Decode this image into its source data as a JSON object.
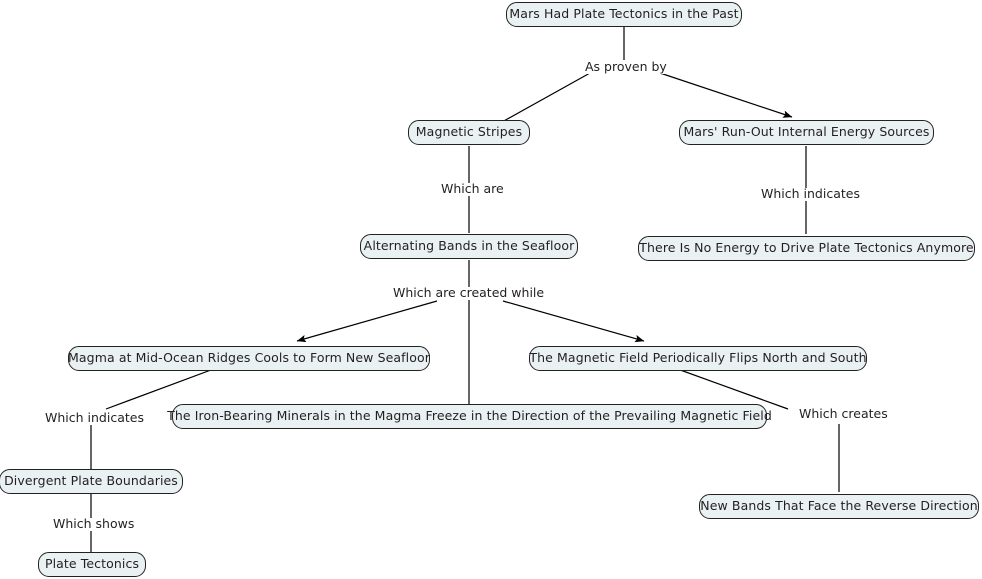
{
  "diagram": {
    "title": "Mars Had Plate Tectonics in the Past",
    "type": "concept-map",
    "background_color": "#ffffff",
    "node_fill_color": "#eaf1f3",
    "node_border_color": "#222222",
    "text_color": "#231f20",
    "nodes": [
      {
        "id": "n1",
        "label": "Mars Had Plate Tectonics in the Past"
      },
      {
        "id": "n2",
        "label": "Magnetic Stripes"
      },
      {
        "id": "n3",
        "label": "Mars' Run-Out Internal Energy Sources"
      },
      {
        "id": "n4",
        "label": "Alternating Bands in the Seafloor"
      },
      {
        "id": "n5",
        "label": "There Is No Energy to Drive Plate Tectonics Anymore"
      },
      {
        "id": "n6",
        "label": "Magma at Mid-Ocean Ridges Cools to Form New Seafloor"
      },
      {
        "id": "n7",
        "label": "The Magnetic Field Periodically Flips North and South"
      },
      {
        "id": "n8",
        "label": "The Iron-Bearing Minerals in the Magma Freeze in the Direction of the Prevailing Magnetic Field"
      },
      {
        "id": "n9",
        "label": "Divergent Plate Boundaries"
      },
      {
        "id": "n10",
        "label": "New Bands That Face the Reverse Direction"
      },
      {
        "id": "n11",
        "label": "Plate Tectonics"
      }
    ],
    "edges": [
      {
        "id": "e1",
        "from": "n1",
        "to": "n2",
        "label": "As proven by"
      },
      {
        "id": "e2",
        "from": "n1",
        "to": "n3",
        "label": "As proven by"
      },
      {
        "id": "e3",
        "from": "n2",
        "to": "n4",
        "label": "Which are"
      },
      {
        "id": "e4",
        "from": "n3",
        "to": "n5",
        "label": "Which indicates"
      },
      {
        "id": "e5",
        "from": "n4",
        "to": "n6",
        "label": "Which are created while"
      },
      {
        "id": "e6",
        "from": "n4",
        "to": "n8",
        "label": "Which are created while"
      },
      {
        "id": "e7",
        "from": "n4",
        "to": "n7",
        "label": "Which are created while"
      },
      {
        "id": "e8",
        "from": "n6",
        "to": "n9",
        "label": "Which indicates"
      },
      {
        "id": "e9",
        "from": "n7",
        "to": "n10",
        "label": "Which creates"
      },
      {
        "id": "e10",
        "from": "n9",
        "to": "n11",
        "label": "Which shows"
      }
    ],
    "edge_labels": {
      "as_proven_by": "As proven by",
      "which_are": "Which are",
      "which_indicates_right": "Which indicates",
      "which_are_created_while": "Which are created while",
      "which_indicates_left": "Which indicates",
      "which_creates": "Which creates",
      "which_shows": "Which shows"
    }
  }
}
